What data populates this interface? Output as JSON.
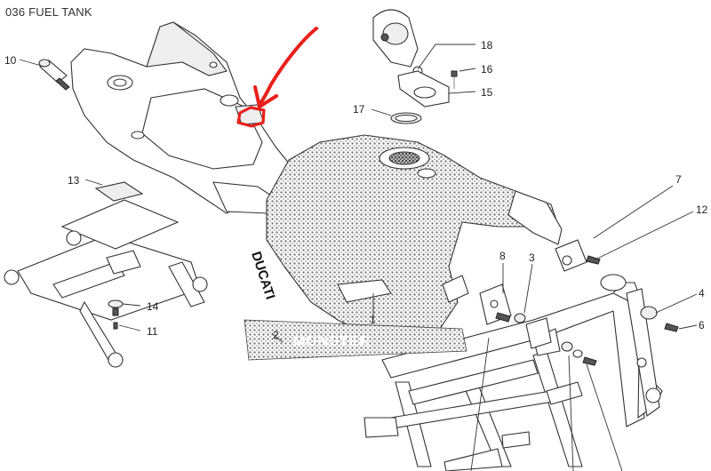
{
  "title": "036 FUEL TANK",
  "callouts": {
    "c1": "1",
    "c2": "2",
    "c3": "3",
    "c4": "4",
    "c6": "6",
    "c7": "7",
    "c8": "8",
    "c10": "10",
    "c11": "11",
    "c12": "12",
    "c13": "13",
    "c14": "14",
    "c15": "15",
    "c16": "16",
    "c17": "17",
    "c18": "18"
  },
  "decal": {
    "brand": "DUCATI",
    "stripe": "MONSTER"
  },
  "annotation": {
    "color": "#e8201c",
    "description": "hand-drawn red arrow pointing at tank seal recess"
  },
  "colors": {
    "line": "#333333",
    "screen": "#888888"
  }
}
